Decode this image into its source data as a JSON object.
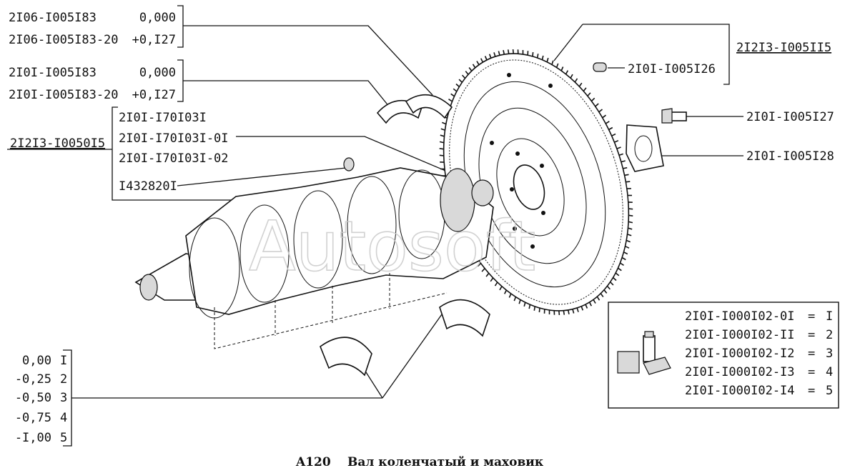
{
  "labels": {
    "top_left": [
      {
        "part": "2I06-I005I83",
        "value": "0,000"
      },
      {
        "part": "2I06-I005I83-20",
        "value": "+0,I27"
      },
      {
        "part": "2I0I-I005I83",
        "value": "0,000"
      },
      {
        "part": "2I0I-I005I83-20",
        "value": "+0,I27"
      }
    ],
    "group_kit": "2I2I3-I0050I5",
    "group_items": [
      "2I0I-I70I03I",
      "2I0I-I70I03I-0I",
      "2I0I-I70I03I-02"
    ],
    "bushing": "I432820I",
    "flywheel_kit": "2I2I3-I005II5",
    "pin": "2I0I-I005I26",
    "bolt": "2I0I-I005I27",
    "washer": "2I0I-I005I28",
    "bearings_table": [
      {
        "part": "2I0I-I000I02-0I",
        "eq": "=",
        "num": "I"
      },
      {
        "part": "2I0I-I000I02-II",
        "eq": "=",
        "num": "2"
      },
      {
        "part": "2I0I-I000I02-I2",
        "eq": "=",
        "num": "3"
      },
      {
        "part": "2I0I-I000I02-I3",
        "eq": "=",
        "num": "4"
      },
      {
        "part": "2I0I-I000I02-I4",
        "eq": "=",
        "num": "5"
      }
    ],
    "sizes": [
      {
        "value": "0,00",
        "num": "I"
      },
      {
        "value": "-0,25",
        "num": "2"
      },
      {
        "value": "-0,50",
        "num": "3"
      },
      {
        "value": "-0,75",
        "num": "4"
      },
      {
        "value": "-I,00",
        "num": "5"
      }
    ]
  },
  "caption": {
    "code": "A120",
    "title": "Вал коленчатый и маховик"
  },
  "watermark": "Autosoft",
  "icons": [
    "crankshaft-illustration",
    "flywheel-illustration",
    "bearing-shell-icon",
    "parts-kit-icon"
  ]
}
